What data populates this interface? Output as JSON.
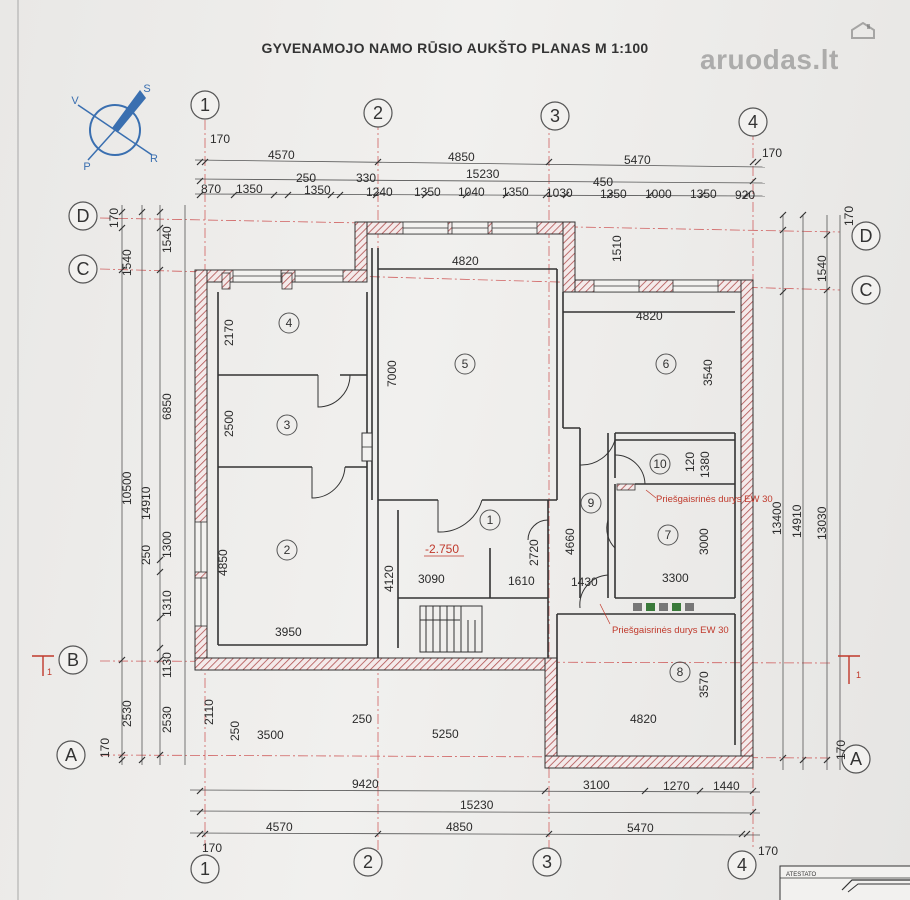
{
  "title": "GYVENAMOJO NAMO RŪSIO AUKŠTO PLANAS M 1:100",
  "watermark": "aruodas.lt",
  "axes_columns": [
    "1",
    "2",
    "3",
    "4"
  ],
  "axes_rows": [
    "D",
    "C",
    "B",
    "A"
  ],
  "compass": {
    "letters": [
      "V",
      "S",
      "R",
      "P"
    ]
  },
  "top_dims": {
    "row1": [
      "4570",
      "4850",
      "5470"
    ],
    "total": "15230",
    "row3": [
      "870",
      "1350",
      "250",
      "1350",
      "330",
      "1240",
      "1350",
      "1040",
      "1350",
      "1030",
      "450",
      "1350",
      "1000",
      "1350",
      "920"
    ],
    "edge_left": "170",
    "edge_right": "170"
  },
  "bottom_dims": {
    "row1": [
      "9420",
      "3100",
      "1270",
      "1440"
    ],
    "total": "15230",
    "row3": [
      "4570",
      "4850",
      "5470"
    ],
    "edge_left": "170",
    "edge_right": "170"
  },
  "left_dims": {
    "outer": [
      "170",
      "1540",
      "10500",
      "2530"
    ],
    "total": "14910",
    "col3": [
      "1540",
      "6850",
      "250",
      "1300",
      "1310",
      "1130",
      "2530"
    ],
    "bottom_edge": "170"
  },
  "right_dims": {
    "edges": [
      "170",
      "1540"
    ],
    "total1": "13400",
    "total2": "14910",
    "total3": "13030",
    "bottom_edge": "170"
  },
  "interior_dims": {
    "d4820_top": "4820",
    "d1510": "1510",
    "d4820_r6": "4820",
    "d2170": "2170",
    "d7000": "7000",
    "d3540": "3540",
    "d6850": "6850",
    "d2500": "2500",
    "d120": "120",
    "d1380": "1380",
    "d4850": "4850",
    "d4660": "4660",
    "d3000": "3000",
    "d4120": "4120",
    "d3090": "3090",
    "d1610": "1610",
    "d2720": "2720",
    "d1430": "1430",
    "d3300": "3300",
    "d3950": "3950",
    "d3570": "3570",
    "d2110": "2110",
    "d250a": "250",
    "d3500": "3500",
    "d250b": "250",
    "d5250": "5250",
    "d4820_r8": "4820"
  },
  "rooms": [
    "1",
    "2",
    "3",
    "4",
    "5",
    "6",
    "7",
    "8",
    "9",
    "10"
  ],
  "level": "-2.750",
  "fire_doors": [
    "Priešgaisrinės durys EW 30",
    "Priešgaisrinės durys EW 30"
  ],
  "section_marks": [
    "1",
    "1"
  ],
  "stamp_label": "ATESTATO"
}
